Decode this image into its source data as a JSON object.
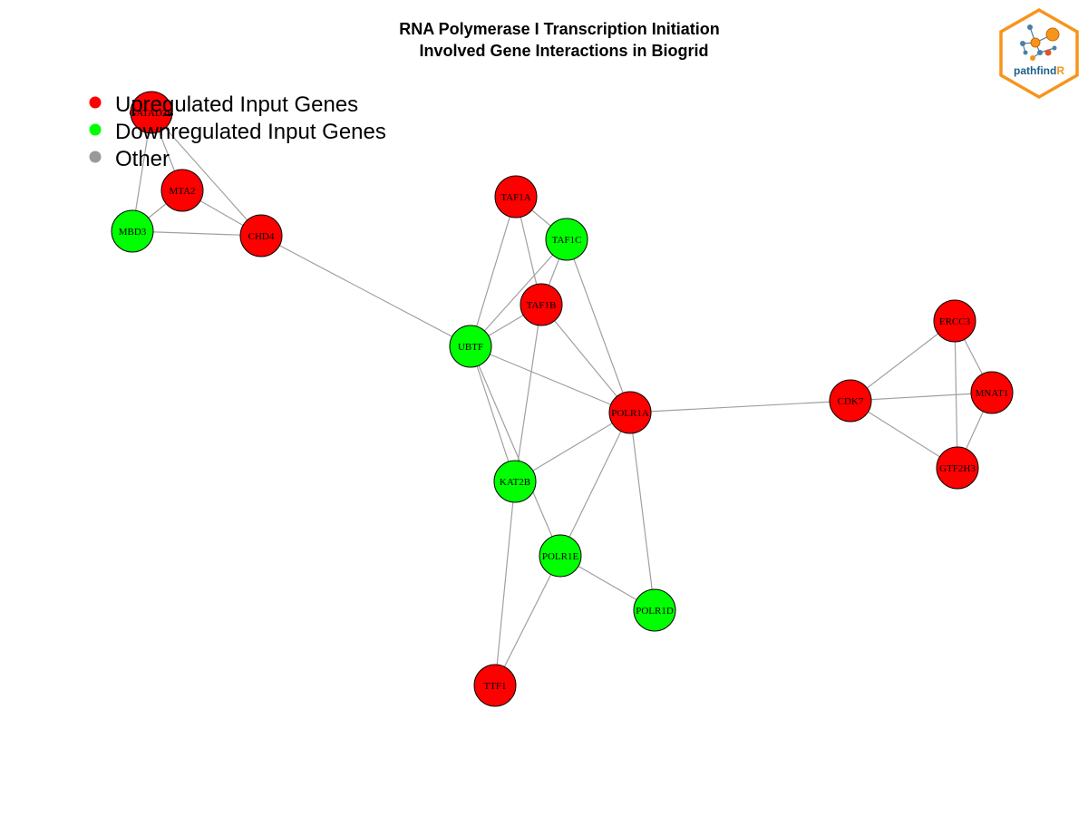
{
  "title": {
    "line1": "RNA Polymerase I Transcription Initiation",
    "line2": "  Involved Gene Interactions in Biogrid"
  },
  "legend": [
    {
      "label": "Upregulated Input Genes",
      "color": "#ff0000"
    },
    {
      "label": "Downregulated Input Genes",
      "color": "#00ff00"
    },
    {
      "label": "Other",
      "color": "#999999"
    }
  ],
  "logo": {
    "text_main": "pathfind",
    "text_accent": "R",
    "border_color": "#f7941d",
    "text_color": "#1f5f8b"
  },
  "colors": {
    "edge": "#a0a0a0",
    "up": "#ff0000",
    "down": "#00ff00"
  },
  "nodes": [
    {
      "id": "GATAD2B",
      "group": "up"
    },
    {
      "id": "MTA2",
      "group": "up"
    },
    {
      "id": "MBD3",
      "group": "down"
    },
    {
      "id": "CHD4",
      "group": "up"
    },
    {
      "id": "TAF1A",
      "group": "up"
    },
    {
      "id": "TAF1C",
      "group": "down"
    },
    {
      "id": "TAF1B",
      "group": "up"
    },
    {
      "id": "UBTF",
      "group": "down"
    },
    {
      "id": "POLR1A",
      "group": "up"
    },
    {
      "id": "KAT2B",
      "group": "down"
    },
    {
      "id": "POLR1E",
      "group": "down"
    },
    {
      "id": "POLR1D",
      "group": "down"
    },
    {
      "id": "TTF1",
      "group": "up"
    },
    {
      "id": "CDK7",
      "group": "up"
    },
    {
      "id": "ERCC3",
      "group": "up"
    },
    {
      "id": "MNAT1",
      "group": "up"
    },
    {
      "id": "GTF2H3",
      "group": "up"
    }
  ],
  "edges": [
    [
      "GATAD2B",
      "MTA2"
    ],
    [
      "GATAD2B",
      "MBD3"
    ],
    [
      "GATAD2B",
      "CHD4"
    ],
    [
      "MTA2",
      "MBD3"
    ],
    [
      "MTA2",
      "CHD4"
    ],
    [
      "MBD3",
      "CHD4"
    ],
    [
      "CHD4",
      "UBTF"
    ],
    [
      "TAF1A",
      "TAF1C"
    ],
    [
      "TAF1A",
      "TAF1B"
    ],
    [
      "TAF1A",
      "UBTF"
    ],
    [
      "TAF1C",
      "TAF1B"
    ],
    [
      "TAF1C",
      "UBTF"
    ],
    [
      "TAF1C",
      "POLR1A"
    ],
    [
      "TAF1B",
      "UBTF"
    ],
    [
      "TAF1B",
      "POLR1A"
    ],
    [
      "TAF1B",
      "KAT2B"
    ],
    [
      "UBTF",
      "POLR1A"
    ],
    [
      "UBTF",
      "KAT2B"
    ],
    [
      "UBTF",
      "POLR1E"
    ],
    [
      "POLR1A",
      "KAT2B"
    ],
    [
      "POLR1A",
      "POLR1E"
    ],
    [
      "POLR1A",
      "POLR1D"
    ],
    [
      "POLR1A",
      "CDK7"
    ],
    [
      "KAT2B",
      "TTF1"
    ],
    [
      "POLR1E",
      "POLR1D"
    ],
    [
      "POLR1E",
      "TTF1"
    ],
    [
      "CDK7",
      "ERCC3"
    ],
    [
      "CDK7",
      "MNAT1"
    ],
    [
      "CDK7",
      "GTF2H3"
    ],
    [
      "ERCC3",
      "MNAT1"
    ],
    [
      "ERCC3",
      "GTF2H3"
    ],
    [
      "MNAT1",
      "GTF2H3"
    ]
  ]
}
